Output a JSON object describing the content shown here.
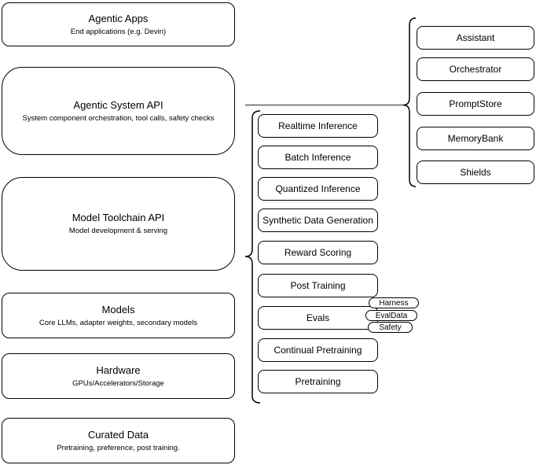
{
  "diagram": {
    "left_stack": [
      {
        "title": "Agentic Apps",
        "subtitle": "End applications (e.g. Devin)"
      },
      {
        "title": "Agentic System API",
        "subtitle": "System component orchestration, tool calls, safety checks"
      },
      {
        "title": "Model Toolchain API",
        "subtitle": "Model development & serving"
      },
      {
        "title": "Models",
        "subtitle": "Core LLMs, adapter weights, secondary models"
      },
      {
        "title": "Hardware",
        "subtitle": "GPUs/Accelerators/Storage"
      },
      {
        "title": "Curated Data",
        "subtitle": "Pretraining, preference, post training."
      }
    ],
    "toolchain_stack": [
      "Realtime Inference",
      "Batch Inference",
      "Quantized Inference",
      "Synthetic Data Generation",
      "Reward Scoring",
      "Post Training",
      "Evals",
      "Continual Pretraining",
      "Pretraining"
    ],
    "eval_tags": [
      "Harness",
      "EvalData",
      "Safety"
    ],
    "system_components": [
      "Assistant",
      "Orchestrator",
      "PromptStore",
      "MemoryBank",
      "Shields"
    ],
    "colors": {
      "box_border": "#000000",
      "box_fill": "#ffffff",
      "connector_line": "#808080",
      "background": "#ffffff"
    }
  }
}
